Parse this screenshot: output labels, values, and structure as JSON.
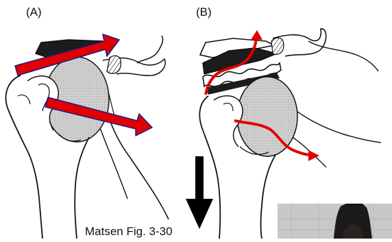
{
  "labels": {
    "panel_a": "(A)",
    "panel_b": "(B)"
  },
  "caption": "Matsen Fig. 3-30",
  "colors": {
    "arrow_red": "#e00000",
    "arrow_outline": "#1a1a8c",
    "bone_line": "#111111",
    "humeral_head_fill": "#c9c9c9",
    "gravity_arrow": "#000000"
  },
  "icons": {
    "gravity": "down-arrow-icon",
    "photo": "patient-neck-photo"
  }
}
